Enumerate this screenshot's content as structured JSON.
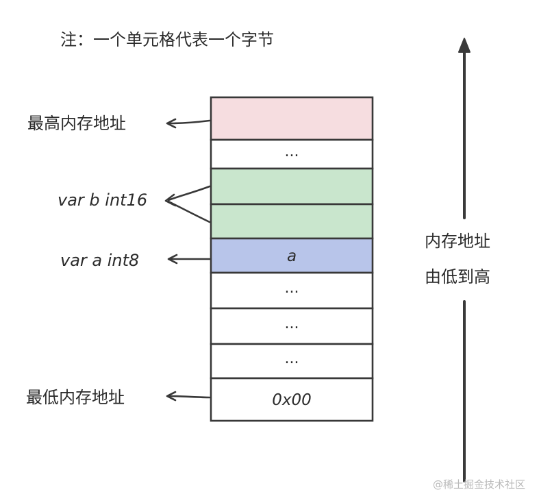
{
  "note": "注：一个单元格代表一个字节",
  "labels": {
    "highest_address": "最高内存地址",
    "var_b": "var b int16",
    "var_a": "var a int8",
    "lowest_address": "最低内存地址"
  },
  "cells": [
    {
      "text": "",
      "color": "#f6dde0"
    },
    {
      "text": "...",
      "color": "#ffffff"
    },
    {
      "text": "",
      "color": "#c9e6cd"
    },
    {
      "text": "",
      "color": "#c9e6cd"
    },
    {
      "text": "a",
      "color": "#b8c5ea"
    },
    {
      "text": "...",
      "color": "#ffffff"
    },
    {
      "text": "...",
      "color": "#ffffff"
    },
    {
      "text": "...",
      "color": "#ffffff"
    },
    {
      "text": "0x00",
      "color": "#ffffff"
    }
  ],
  "direction_label": {
    "line1": "内存地址",
    "line2": "由低到高"
  },
  "watermark": "@稀土掘金技术社区"
}
